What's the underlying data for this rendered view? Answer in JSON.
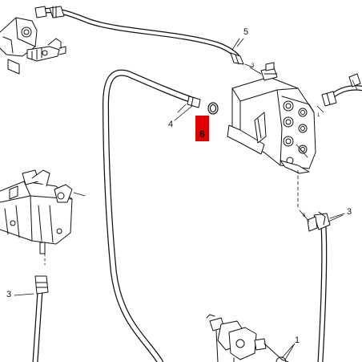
{
  "diagram": {
    "callouts": {
      "c5": "5",
      "c4": "4",
      "c6": "6",
      "c3_right": "3",
      "c3_left": "3",
      "c1": "1",
      "small3_top": "3",
      "small6_right": "6",
      "small1": "1"
    },
    "highlight_color": "#e00000"
  }
}
